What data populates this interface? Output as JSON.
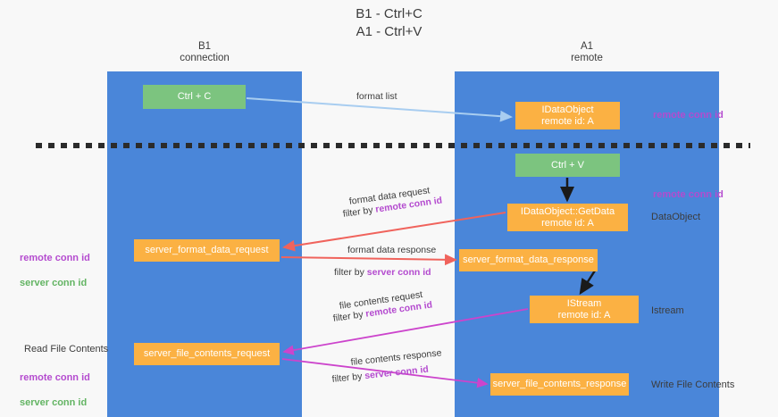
{
  "diagram": {
    "title": "B1 - Ctrl+C\nA1 - Ctrl+V",
    "columns": [
      {
        "id": "b1",
        "label": "B1\nconnection",
        "color": "#4a86d9"
      },
      {
        "id": "a1",
        "label": "A1\nremote",
        "color": "#4a86d9"
      }
    ],
    "colors": {
      "column": "#4a86d9",
      "green_node": "#7cc47f",
      "orange_node": "#fbb143",
      "purple_text": "#b44bcf",
      "green_text": "#63b463",
      "red_arrow": "#f0635c",
      "magenta_arrow": "#cc44cc",
      "light_blue_arrow": "#a8cdf0",
      "black_arrow": "#1a1a1a",
      "background": "#f8f8f8"
    },
    "nodes": [
      {
        "id": "ctrl-c",
        "label": "Ctrl + C",
        "kind": "green",
        "column": "b1"
      },
      {
        "id": "idataobject",
        "label": "IDataObject\nremote id: A",
        "kind": "orange",
        "column": "a1"
      },
      {
        "id": "ctrl-v",
        "label": "Ctrl + V",
        "kind": "green",
        "column": "a1"
      },
      {
        "id": "idataobject-getdata",
        "label": "IDataObject::GetData\nremote id: A",
        "kind": "orange",
        "column": "a1"
      },
      {
        "id": "server-format-data-request",
        "label": "server_format_data_request",
        "kind": "orange",
        "column": "b1"
      },
      {
        "id": "server-format-data-response",
        "label": "server_format_data_response",
        "kind": "orange",
        "column": "a1"
      },
      {
        "id": "istream",
        "label": "IStream\nremote id: A",
        "kind": "orange",
        "column": "a1"
      },
      {
        "id": "server-file-contents-request",
        "label": "server_file_contents_request",
        "kind": "orange",
        "column": "b1"
      },
      {
        "id": "server-file-contents-response",
        "label": "server_file_contents_response",
        "kind": "orange",
        "column": "a1"
      }
    ],
    "edge_labels": {
      "format_list": "format list",
      "format_data_request": "format data request",
      "format_data_request_filter_prefix": "filter by ",
      "format_data_request_filter_key": "remote conn id",
      "format_data_response": "format data response",
      "format_data_response_filter_prefix": "filter by ",
      "format_data_response_filter_key": "server conn id",
      "file_contents_request": "file contents request",
      "file_contents_request_filter_prefix": "filter by ",
      "file_contents_request_filter_key": "remote conn id",
      "file_contents_response": "file contents response",
      "file_contents_response_filter_prefix": "filter by ",
      "file_contents_response_filter_key": "server conn id"
    },
    "right_labels": {
      "remote_conn_id_top": "remote conn id",
      "remote_conn_id_mid": "remote conn id",
      "dataobject": "DataObject",
      "istream": "Istream",
      "write_file_contents": "Write File Contents"
    },
    "left_labels": {
      "remote_conn_id": "remote conn id",
      "server_conn_id": "server conn id",
      "read_file_contents": "Read File Contents",
      "remote_conn_id_2": "remote conn id",
      "server_conn_id_2": "server conn id"
    }
  }
}
